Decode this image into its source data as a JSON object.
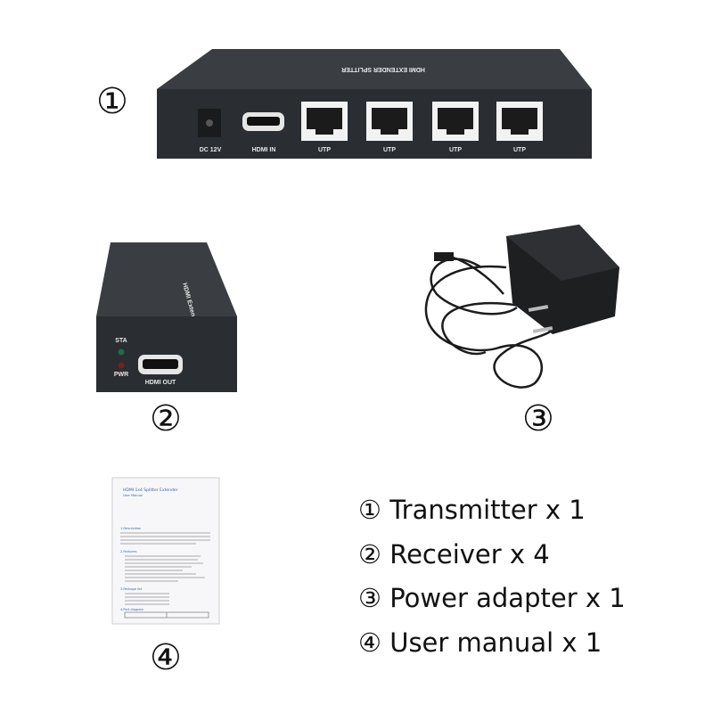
{
  "markers": {
    "one": "①",
    "two": "②",
    "three": "③",
    "four": "④"
  },
  "transmitter": {
    "top_label": "HDMI EXTENDER SPLITTER",
    "ports": [
      "DC 12V",
      "HDMI IN",
      "UTP",
      "UTP",
      "UTP",
      "UTP"
    ]
  },
  "receiver": {
    "side_label": "HDMI Extender",
    "leds": [
      "STA",
      "PWR"
    ],
    "port": "HDMI OUT"
  },
  "manual": {
    "title": "HDMI 1x4 Splitter Extender",
    "subtitle": "User Manual",
    "sections": [
      "1.Description",
      "2.Features",
      "3.Package list",
      "4.Port diagram"
    ]
  },
  "contents": [
    {
      "marker": "①",
      "text": "Transmitter x 1"
    },
    {
      "marker": "②",
      "text": "Receiver x 4"
    },
    {
      "marker": "③",
      "text": "Power adapter x 1"
    },
    {
      "marker": "④",
      "text": "User manual x 1"
    }
  ],
  "colors": {
    "device": "#2a2d31",
    "device_top": "#3a3e43",
    "port_white": "#f2f2f2"
  }
}
